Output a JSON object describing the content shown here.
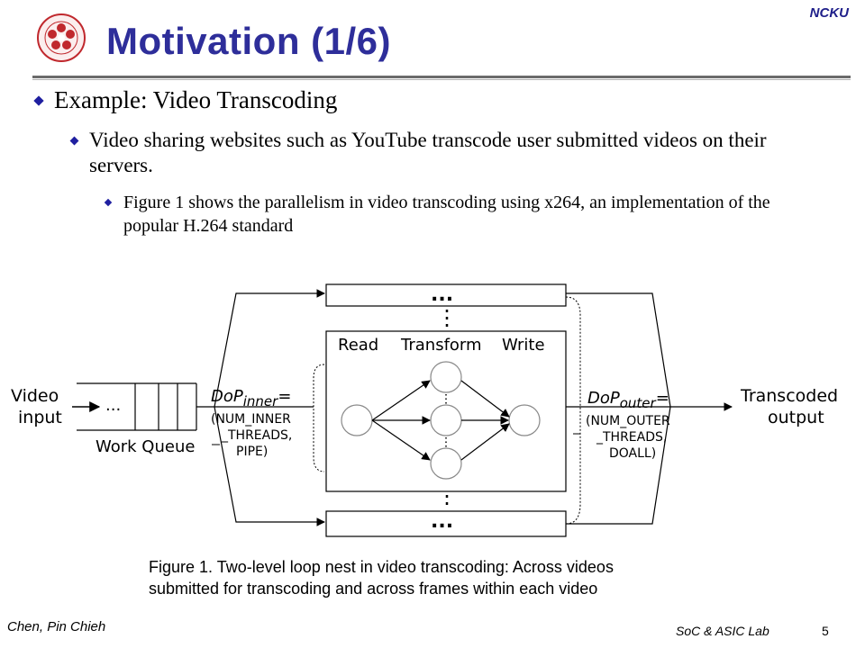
{
  "header": {
    "org": "NCKU",
    "title": "Motivation (1/6)"
  },
  "bullets": [
    {
      "text": "Example: Video Transcoding"
    },
    {
      "text": "Video sharing websites such as YouTube transcode user submitted videos on their servers."
    },
    {
      "text": "Figure 1 shows the parallelism in video transcoding using x264, an implementation of the popular H.264 standard"
    }
  ],
  "figure": {
    "video_input_line1": "Video",
    "video_input_line2": "input",
    "queue_dots": "...",
    "work_queue": "Work Queue",
    "inner_label": "DoP",
    "inner_sub": "inner",
    "inner_eq": "=",
    "inner_line1": "(NUM_INNER",
    "inner_line2": "_THREADS,",
    "inner_line3": "PIPE)",
    "outer_label": "DoP",
    "outer_sub": "outer",
    "outer_eq": "=",
    "outer_line1": "(NUM_OUTER",
    "outer_line2": "_THREADS,",
    "outer_line3": "DOALL)",
    "stage_read": "Read",
    "stage_transform": "Transform",
    "stage_write": "Write",
    "top_dots": "...",
    "bottom_dots": "...",
    "output_line1": "Transcoded",
    "output_line2": "output"
  },
  "caption": {
    "line1": "Figure 1. Two-level loop nest in video transcoding: Across videos",
    "line2": "submitted for transcoding and across frames within each video"
  },
  "footer": {
    "author": "Chen, Pin  Chieh",
    "lab": "SoC & ASIC Lab",
    "page": "5"
  },
  "colors": {
    "title": "#2e2e9a",
    "bullet": "#1f1fa0",
    "org": "#1f1f8a",
    "logo": "#c0282d"
  }
}
